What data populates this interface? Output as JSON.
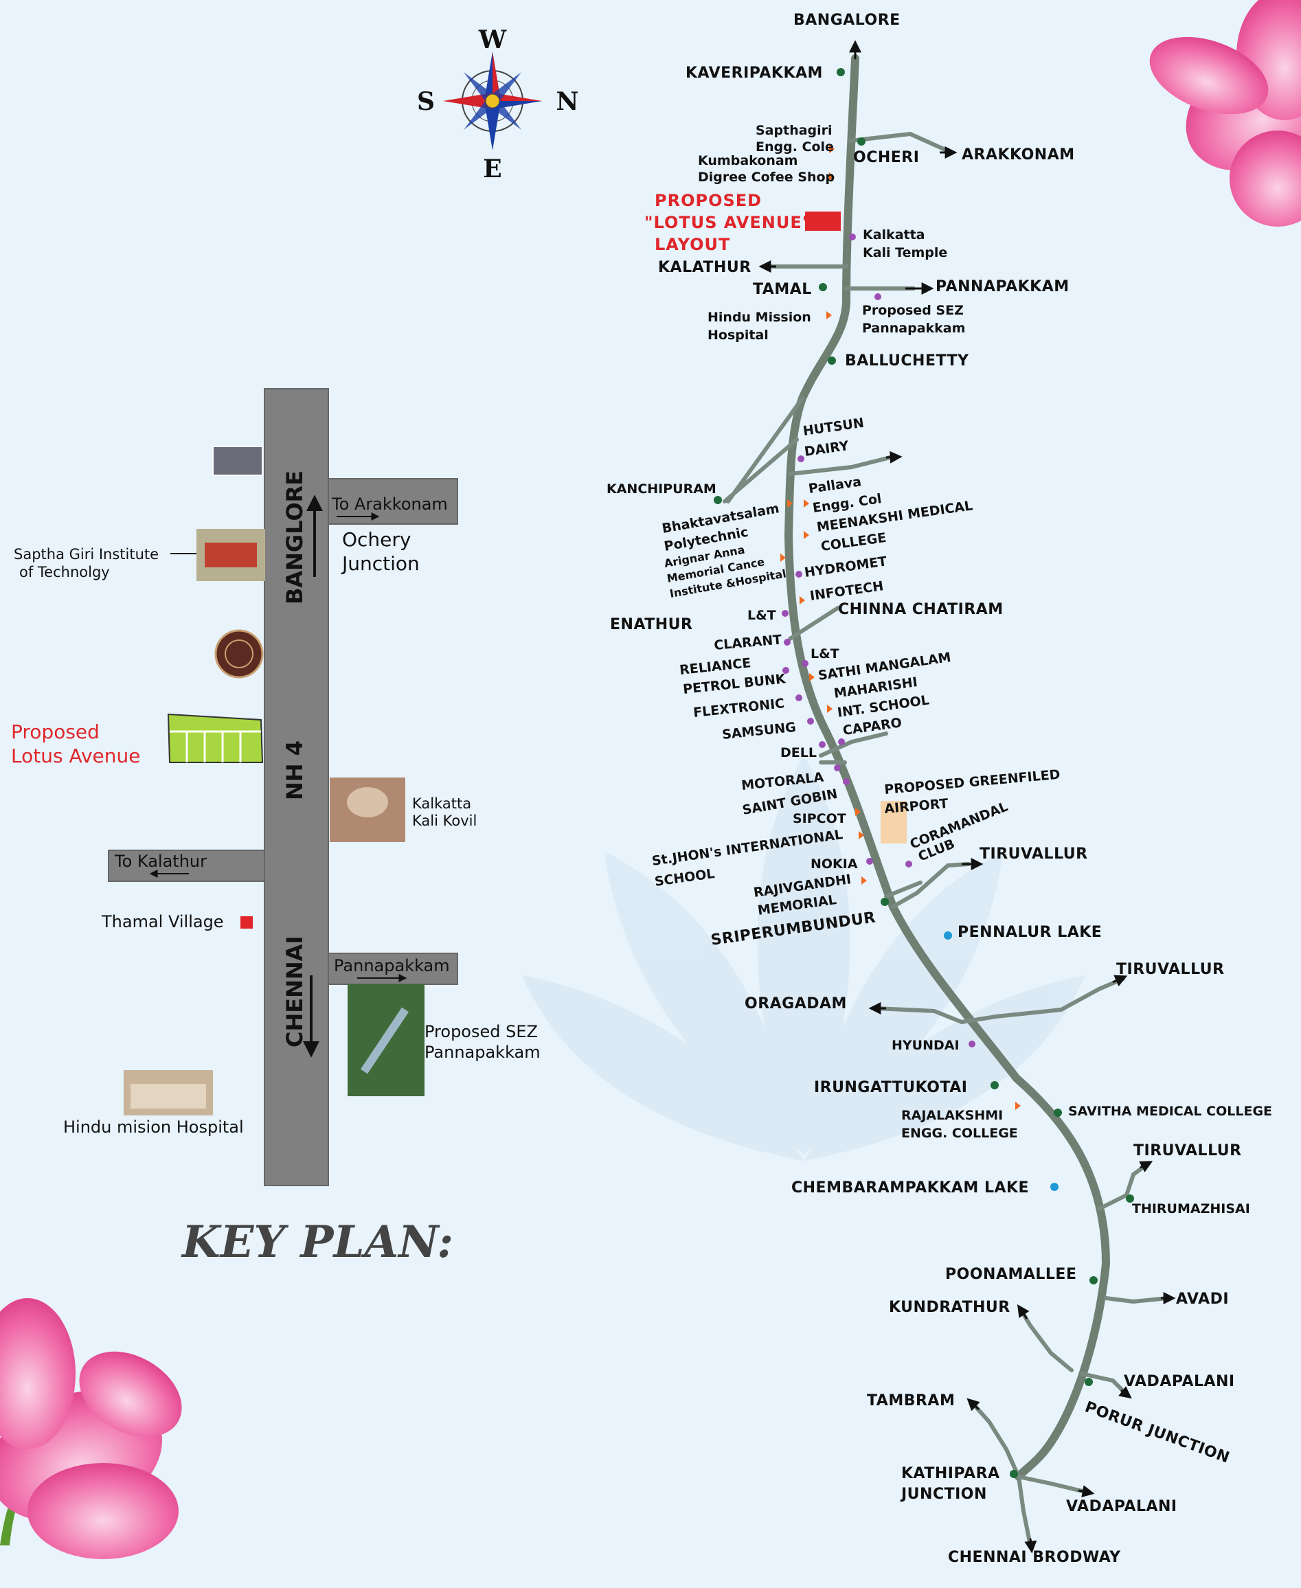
{
  "compass": {
    "w": "W",
    "s": "S",
    "n": "N",
    "e": "E"
  },
  "key_plan": {
    "title": "KEY PLAN:",
    "road_top": "BANGLORE",
    "road_mid": "NH 4",
    "road_bottom": "CHENNAI",
    "to_arakkonam": "To Arakkonam",
    "ochery_1": "Ochery",
    "ochery_2": "Junction",
    "saptha_1": "Saptha Giri Institute",
    "saptha_2": "of Technolgy",
    "proposed_1": "Proposed",
    "proposed_2": "Lotus Avenue",
    "kalkatta_1": "Kalkatta",
    "kalkatta_2": "Kali Kovil",
    "to_kalathur": "To Kalathur",
    "thamal": "Thamal Village",
    "pannapakkam": "Pannapakkam",
    "sez_1": "Proposed SEZ",
    "sez_2": "Pannapakkam",
    "hindu": "Hindu mision Hospital"
  },
  "route": {
    "bangalore": "BANGALORE",
    "kaveripakkam": "KAVERIPAKKAM",
    "sapthagiri_1": "Sapthagiri",
    "sapthagiri_2": "Engg. Cole",
    "kumbakonam_1": "Kumbakonam",
    "kumbakonam_2": "Digree Cofee Shop",
    "ocheri": "OCHERI",
    "arakkonam": "ARAKKONAM",
    "proposed_1": "PROPOSED",
    "proposed_2": "\"LOTUS AVENUE\"",
    "proposed_3": "LAYOUT",
    "kalkatta_1": "Kalkatta",
    "kalkatta_2": "Kali Temple",
    "kalathur": "KALATHUR",
    "tamal": "TAMAL",
    "pannapakkam": "PANNAPAKKAM",
    "sez_1": "Proposed SEZ",
    "sez_2": "Pannapakkam",
    "hindu_1": "Hindu Mission",
    "hindu_2": "Hospital",
    "balluchetty": "BALLUCHETTY",
    "hutsun_1": "HUTSUN",
    "hutsun_2": "DAIRY",
    "kanchipuram": "KANCHIPURAM",
    "pallava_1": "Pallava",
    "pallava_2": "Engg. Col",
    "bhakta_1": "Bhaktavatsalam",
    "bhakta_2": "Polytechnic",
    "meenakshi_1": "MEENAKSHI MEDICAL",
    "meenakshi_2": "COLLEGE",
    "arignar_1": "Arignar Anna",
    "arignar_2": "Memorial Cance",
    "arignar_3": "Institute &Hospital",
    "hydromet": "HYDROMET",
    "infotech": "INFOTECH",
    "enathur": "ENATHUR",
    "lt1": "L&T",
    "chinna": "CHINNA CHATIRAM",
    "clarant": "CLARANT",
    "lt2": "L&T",
    "reliance_1": "RELIANCE",
    "reliance_2": "PETROL BUNK",
    "sathi": "SATHI MANGALAM",
    "flextronic": "FLEXTRONIC",
    "maharishi_1": "MAHARISHI",
    "maharishi_2": "INT. SCHOOL",
    "samsung": "SAMSUNG",
    "caparo": "CAPARO",
    "dell": "DELL",
    "motorala": "MOTORALA",
    "saint": "SAINT GOBIN",
    "greenfield_1": "PROPOSED GREENFILED",
    "greenfield_2": "AIRPORT",
    "sipcot": "SIPCOT",
    "coramandal_1": "CORAMANDAL",
    "coramandal_2": "CLUB",
    "stjhon_1": "St.JHON's INTERNATIONAL",
    "stjhon_2": "SCHOOL",
    "nokia": "NOKIA",
    "tiruvallur1": "TIRUVALLUR",
    "rajiv_1": "RAJIVGANDHI",
    "rajiv_2": "MEMORIAL",
    "sriperumbundur": "SRIPERUMBUNDUR",
    "pennalur": "PENNALUR LAKE",
    "tiruvallur2": "TIRUVALLUR",
    "oragadam": "ORAGADAM",
    "hyundai": "HYUNDAI",
    "irungattukotai": "IRUNGATTUKOTAI",
    "savitha": "SAVITHA MEDICAL COLLEGE",
    "rajalakshmi_1": "RAJALAKSHMI",
    "rajalakshmi_2": "ENGG. COLLEGE",
    "tiruvallur3": "TIRUVALLUR",
    "chembarampakkam": "CHEMBARAMPAKKAM LAKE",
    "thirumazhisai": "THIRUMAZHISAI",
    "poonamallee": "POONAMALLEE",
    "avadi": "AVADI",
    "kundrathur": "KUNDRATHUR",
    "vadapalani1": "VADAPALANI",
    "tambram": "TAMBRAM",
    "porur": "PORUR JUNCTION",
    "kathipara_1": "KATHIPARA",
    "kathipara_2": "JUNCTION",
    "vadapalani2": "VADAPALANI",
    "chennai": "CHENNAI BRODWAY"
  },
  "colors": {
    "road": "#6f7f72",
    "keyroad": "#808080",
    "accent": "#e0262b",
    "green_dot": "#1f6b3a",
    "purple_dot": "#9b4fb5",
    "orange_tri": "#f06a20",
    "lake_dot": "#1f9ad6"
  }
}
